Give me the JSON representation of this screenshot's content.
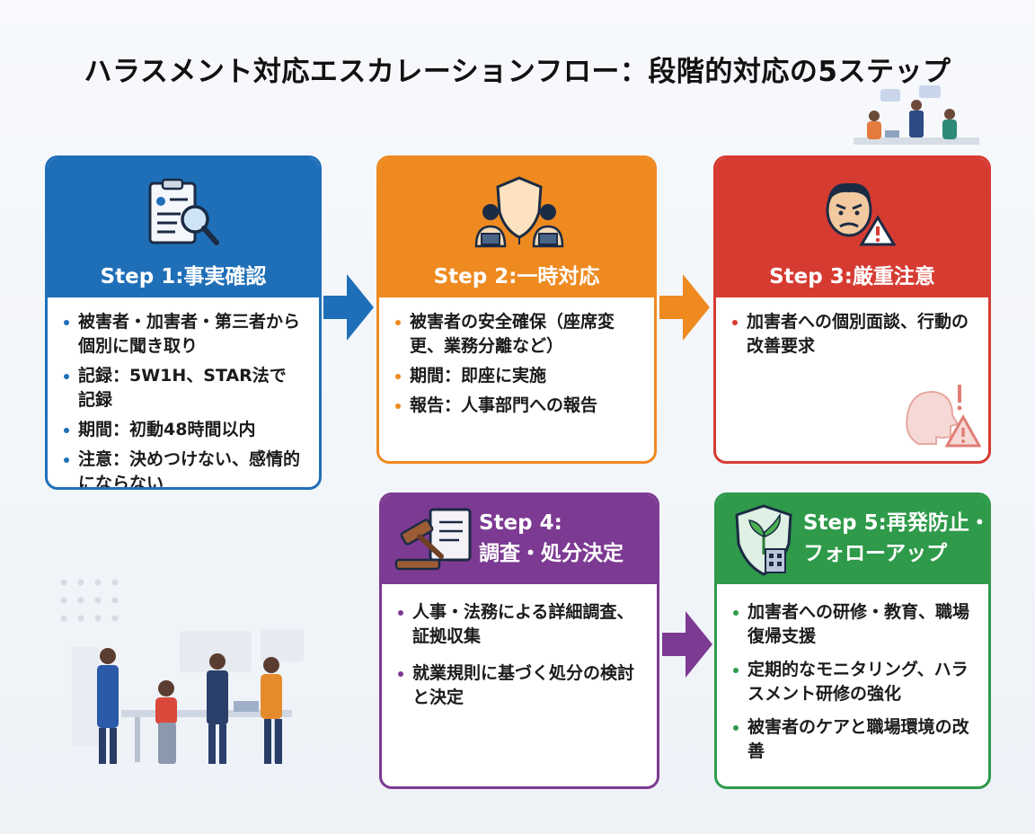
{
  "title": "ハラスメント対応エスカレーションフロー：段階的対応の5ステップ",
  "colors": {
    "step1": "#1f6fb8",
    "step2": "#ee8a20",
    "step3": "#d63b32",
    "step4": "#7c3a93",
    "step5": "#2e9a4a"
  },
  "steps": [
    {
      "label": "Step 1:事実確認",
      "icon": "clipboard-magnifier-icon",
      "items": [
        "被害者・加害者・第三者から個別に聞き取り",
        "記録：5W1H、STAR法で記録",
        "期間：初動48時間以内",
        "注意：決めつけない、感情的にならない"
      ]
    },
    {
      "label": "Step 2:一時対応",
      "icon": "shield-people-icon",
      "items": [
        "被害者の安全確保（座席変更、業務分離など）",
        "期間：即座に実施",
        "報告：人事部門への報告"
      ]
    },
    {
      "label": "Step 3:厳重注意",
      "icon": "angry-person-warning-icon",
      "items": [
        "加害者への個別面談、行動の改善要求"
      ]
    },
    {
      "label_line1": "Step 4:",
      "label_line2": "調査・処分決定",
      "icon": "gavel-document-icon",
      "items": [
        "人事・法務による詳細調査、証拠収集",
        "就業規則に基づく処分の検討と決定"
      ]
    },
    {
      "label_line1": "Step 5:再発防止・",
      "label_line2": "フォローアップ",
      "icon": "shield-plant-building-icon",
      "items": [
        "加害者への研修・教育、職場復帰支援",
        "定期的なモニタリング、ハラスメント研修の強化",
        "被害者のケアと職場環境の改善"
      ]
    }
  ]
}
